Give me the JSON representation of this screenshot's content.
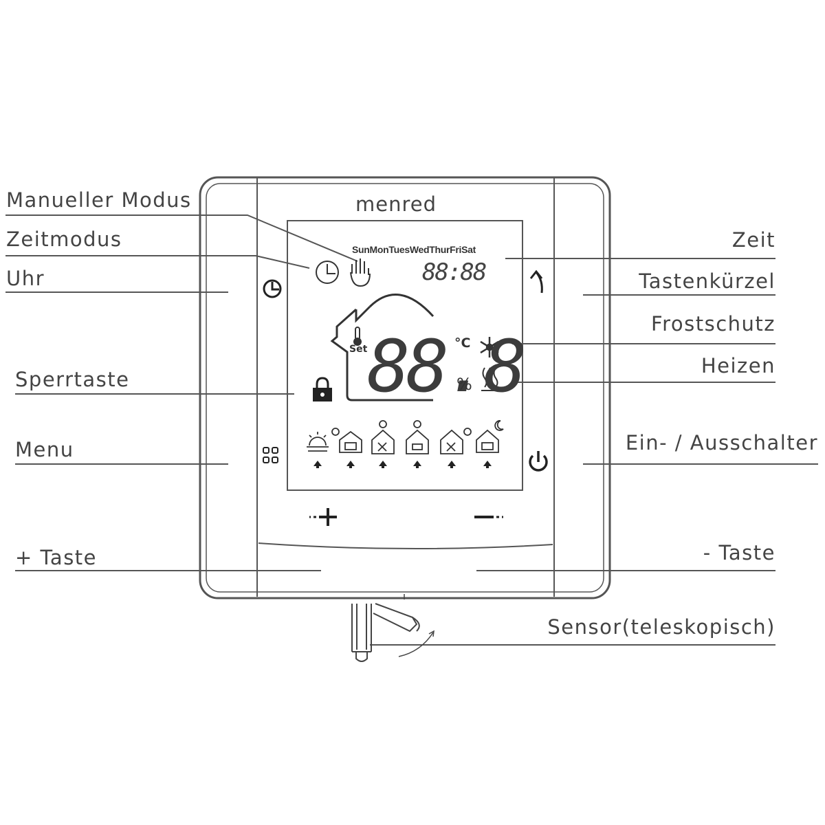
{
  "device": {
    "brand": "menred",
    "weekdays": "SunMonTuesWedThurFriSat",
    "clock_display": "88:88",
    "temperature_display": "88.8",
    "unit_celsius": "°C",
    "unit_percent": "%",
    "set_label": "Set"
  },
  "labels": {
    "manual_mode": "Manueller Modus",
    "time_mode": "Zeitmodus",
    "clock": "Uhr",
    "lock_key": "Sperrtaste",
    "menu": "Menu",
    "plus_key": "+ Taste",
    "time": "Zeit",
    "shortcut_key": "Tastenkürzel",
    "frost_protection": "Frostschutz",
    "heating": "Heizen",
    "power_switch": "Ein- / Ausschalter",
    "minus_key": "- Taste",
    "sensor": "Sensor(teleskopisch)"
  },
  "icons": [
    "clock-icon",
    "hand-icon",
    "snowflake-icon",
    "heat-waves-icon",
    "lock-icon",
    "menu-grid-icon",
    "power-icon",
    "back-arrow-icon",
    "plus-icon",
    "minus-icon",
    "thermometer-icon"
  ],
  "colors": {
    "line": "#555555",
    "text": "#444444",
    "background": "#ffffff"
  }
}
